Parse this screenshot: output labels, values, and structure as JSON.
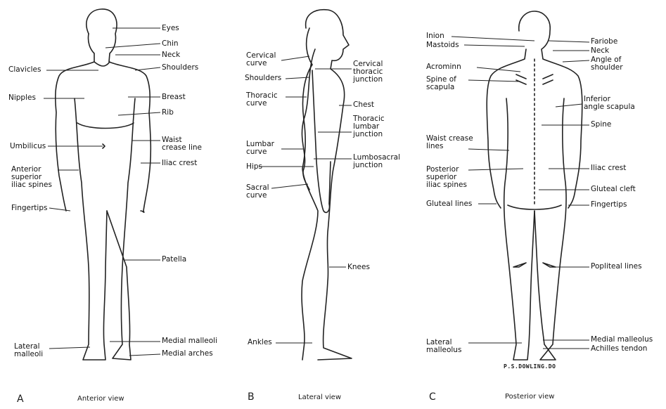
{
  "panels": [
    {
      "letter": "A",
      "caption": "Anterior view",
      "labels": [
        {
          "id": "eyes",
          "text": "Eyes"
        },
        {
          "id": "chin",
          "text": "Chin"
        },
        {
          "id": "neck",
          "text": "Neck"
        },
        {
          "id": "clavicles",
          "text": "Clavicles"
        },
        {
          "id": "shoulders",
          "text": "Shoulders"
        },
        {
          "id": "nipples",
          "text": "Nipples"
        },
        {
          "id": "breast",
          "text": "Breast"
        },
        {
          "id": "rib",
          "text": "Rib"
        },
        {
          "id": "umbilicus",
          "text": "Umbilicus"
        },
        {
          "id": "waist_crease_line",
          "text": "Waist\ncrease line"
        },
        {
          "id": "anterior_superior_iliac_spines",
          "text": "Anterior\nsuperior\niliac spines"
        },
        {
          "id": "iliac_crest",
          "text": "Iliac crest"
        },
        {
          "id": "fingertips",
          "text": "Fingertips"
        },
        {
          "id": "patella",
          "text": "Patella"
        },
        {
          "id": "medial_malleoli",
          "text": "Medial malleoli"
        },
        {
          "id": "lateral_malleoli",
          "text": "Lateral\nmalleoli"
        },
        {
          "id": "medial_arches",
          "text": "Medial arches"
        }
      ]
    },
    {
      "letter": "B",
      "caption": "Lateral view",
      "labels": [
        {
          "id": "cervical_curve",
          "text": "Cervical\ncurve"
        },
        {
          "id": "shoulders",
          "text": "Shoulders"
        },
        {
          "id": "cervical_thoracic_junction",
          "text": "Cervical\nthoracic\njunction"
        },
        {
          "id": "thoracic_curve",
          "text": "Thoracic\ncurve"
        },
        {
          "id": "chest",
          "text": "Chest"
        },
        {
          "id": "thoracic_lumbar_junction",
          "text": "Thoracic\nlumbar\njunction"
        },
        {
          "id": "lumbar_curve",
          "text": "Lumbar\ncurve"
        },
        {
          "id": "hips",
          "text": "Hips"
        },
        {
          "id": "lumbosacral_junction",
          "text": "Lumbosacral\njunction"
        },
        {
          "id": "sacral_curve",
          "text": "Sacral\ncurve"
        },
        {
          "id": "knees",
          "text": "Knees"
        },
        {
          "id": "ankles",
          "text": "Ankles"
        }
      ]
    },
    {
      "letter": "C",
      "caption": "Posterior view",
      "labels": [
        {
          "id": "inion",
          "text": "Inion"
        },
        {
          "id": "mastoids",
          "text": "Mastoids"
        },
        {
          "id": "earlobe",
          "text": "Fariobe"
        },
        {
          "id": "neck",
          "text": "Neck"
        },
        {
          "id": "angle_of_shoulder",
          "text": "Angle of\nshoulder"
        },
        {
          "id": "acromion",
          "text": "Acrominn"
        },
        {
          "id": "spine_of_scapula",
          "text": "Spine of\nscapula"
        },
        {
          "id": "inferior_angle_scapula",
          "text": "Inferior\nangle scapula"
        },
        {
          "id": "spine",
          "text": "Spine"
        },
        {
          "id": "waist_crease_lines",
          "text": "Waist crease\nlines"
        },
        {
          "id": "posterior_superior_iliac_spines",
          "text": "Posterior\nsuperior\niliac spines"
        },
        {
          "id": "iliac_crest",
          "text": "Iliac crest"
        },
        {
          "id": "gluteal_cleft",
          "text": "Gluteal cleft"
        },
        {
          "id": "gluteal_lines",
          "text": "Gluteal lines"
        },
        {
          "id": "fingertips",
          "text": "Fingertips"
        },
        {
          "id": "popliteal_lines",
          "text": "Popliteal lines"
        },
        {
          "id": "lateral_malleolus",
          "text": "Lateral\nmalleolus"
        },
        {
          "id": "medial_malleolus",
          "text": "Medial malleolus"
        },
        {
          "id": "achilles_tendon",
          "text": "Achilles tendon"
        }
      ]
    }
  ],
  "signature": "P.S.DOWLING.DO"
}
